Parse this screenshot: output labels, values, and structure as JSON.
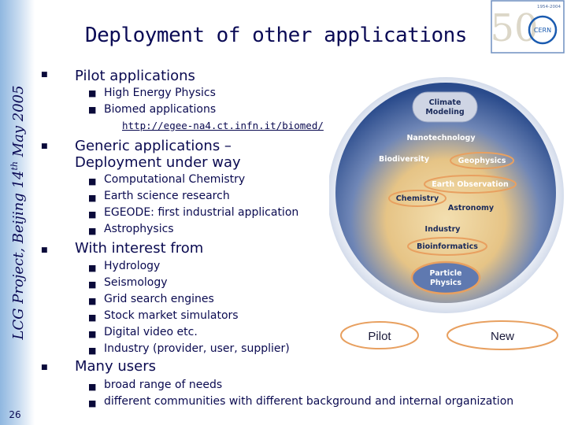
{
  "sidebar": {
    "event_title_part1": "LCG Project, Beijing 14",
    "event_title_sup": "th",
    "event_title_part2": " May 2005",
    "page_number": "26"
  },
  "title": "Deployment of other applications",
  "logo": {
    "years": "1954-2004",
    "brand": "CERN",
    "numeral": "50"
  },
  "sections": [
    {
      "heading": "Pilot applications",
      "items": [
        "High Energy Physics",
        "Biomed applications"
      ],
      "link": "http://egee-na4.ct.infn.it/biomed/"
    },
    {
      "heading_line1": "Generic applications –",
      "heading_line2": "Deployment under way",
      "items": [
        "Computational Chemistry",
        "Earth science research",
        "EGEODE: first industrial application",
        "Astrophysics"
      ]
    },
    {
      "heading": "With interest from",
      "items": [
        "Hydrology",
        "Seismology",
        "Grid search engines",
        "Stock market simulators",
        "Digital video etc.",
        "Industry (provider, user, supplier)"
      ]
    },
    {
      "heading": "Many users",
      "items": [
        "broad range of needs",
        "different communities with different background and internal organization"
      ]
    }
  ],
  "diagram": {
    "labels": {
      "climate": [
        "Climate",
        "Modeling"
      ],
      "nanotech": "Nanotechnology",
      "biodiversity": "Biodiversity",
      "geophysics": "Geophysics",
      "earth_obs": "Earth Observation",
      "chemistry": "Chemistry",
      "astronomy": "Astronomy",
      "industry": "Industry",
      "bioinformatics": "Bioinformatics",
      "particle": [
        "Particle",
        "Physics"
      ]
    },
    "legend": {
      "pilot": "Pilot",
      "new": "New"
    },
    "colors": {
      "pilot_outline": "#e8a060",
      "new_outline": "#e8a060",
      "dome_outer": "#2d4f8f",
      "dome_inner": "#e9c887"
    }
  }
}
